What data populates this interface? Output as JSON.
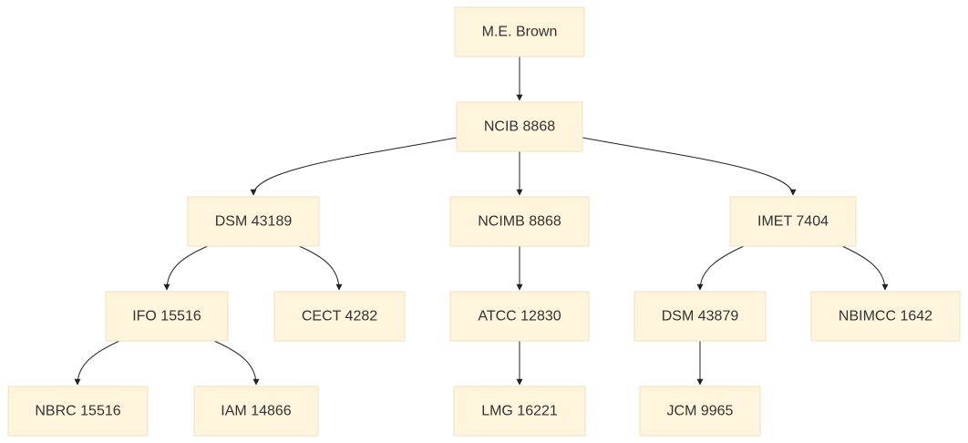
{
  "nodes": [
    {
      "id": "brown",
      "label": "M.E. Brown"
    },
    {
      "id": "ncib",
      "label": "NCIB 8868"
    },
    {
      "id": "dsm43189",
      "label": "DSM 43189"
    },
    {
      "id": "ncimb",
      "label": "NCIMB 8868"
    },
    {
      "id": "imet",
      "label": "IMET 7404"
    },
    {
      "id": "ifo",
      "label": "IFO 15516"
    },
    {
      "id": "cect",
      "label": "CECT 4282"
    },
    {
      "id": "atcc",
      "label": "ATCC 12830"
    },
    {
      "id": "dsm43879",
      "label": "DSM 43879"
    },
    {
      "id": "nbimcc",
      "label": "NBIMCC 1642"
    },
    {
      "id": "nbrc",
      "label": "NBRC 15516"
    },
    {
      "id": "iam",
      "label": "IAM 14866"
    },
    {
      "id": "lmg",
      "label": "LMG 16221"
    },
    {
      "id": "jcm",
      "label": "JCM 9965"
    }
  ],
  "edges": [
    {
      "from": "brown",
      "to": "ncib"
    },
    {
      "from": "ncib",
      "to": "dsm43189"
    },
    {
      "from": "ncib",
      "to": "ncimb"
    },
    {
      "from": "ncib",
      "to": "imet"
    },
    {
      "from": "dsm43189",
      "to": "ifo"
    },
    {
      "from": "dsm43189",
      "to": "cect"
    },
    {
      "from": "ncimb",
      "to": "atcc"
    },
    {
      "from": "imet",
      "to": "dsm43879"
    },
    {
      "from": "imet",
      "to": "nbimcc"
    },
    {
      "from": "ifo",
      "to": "nbrc"
    },
    {
      "from": "ifo",
      "to": "iam"
    },
    {
      "from": "atcc",
      "to": "lmg"
    },
    {
      "from": "dsm43879",
      "to": "jcm"
    }
  ]
}
